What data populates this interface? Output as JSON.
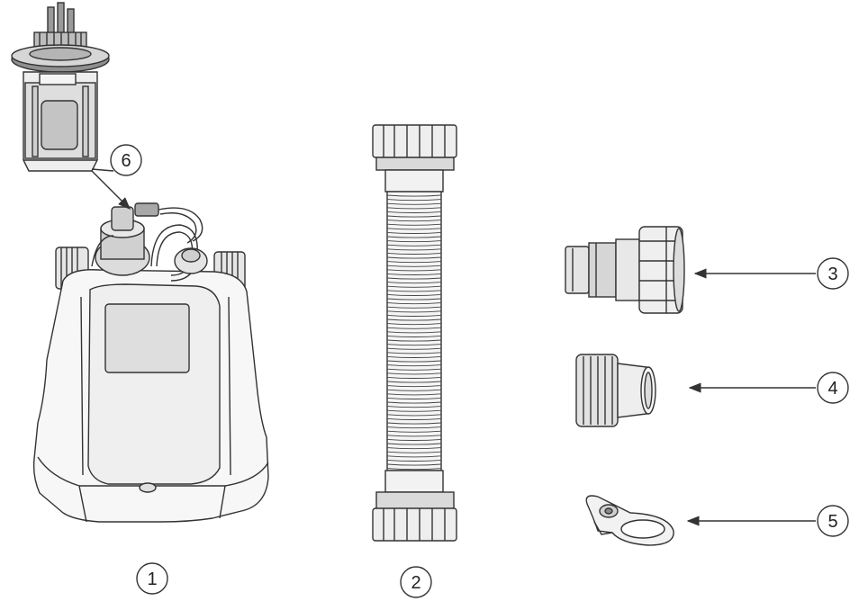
{
  "callouts": [
    {
      "id": "1",
      "label": "1"
    },
    {
      "id": "2",
      "label": "2"
    },
    {
      "id": "3",
      "label": "3"
    },
    {
      "id": "4",
      "label": "4"
    },
    {
      "id": "5",
      "label": "5"
    },
    {
      "id": "6",
      "label": "6"
    }
  ],
  "colors": {
    "line": "#333333",
    "fill_light": "#ffffff",
    "fill_gray": "#d9d9d9",
    "fill_dark": "#9a9a9a"
  }
}
